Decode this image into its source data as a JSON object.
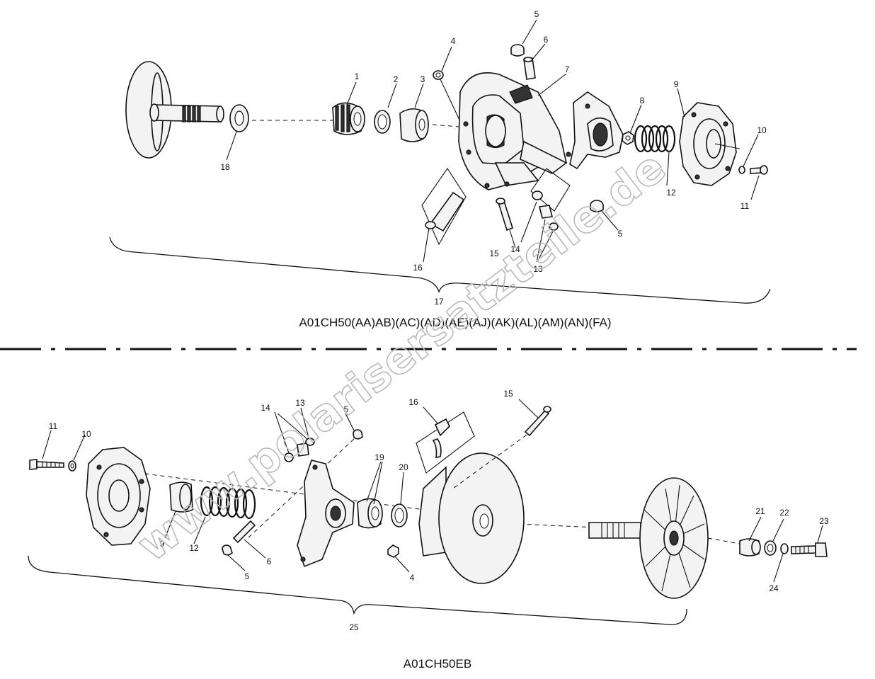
{
  "watermark": "www.polarisersatzteile.de",
  "top_assembly": {
    "model": "A01CH50(AA)AB)(AC)(AD)(AE)(AJ)(AK)(AL)(AM)(AN)(FA)",
    "callouts": {
      "c1": "1",
      "c2": "2",
      "c3": "3",
      "c4": "4",
      "c5a": "5",
      "c5b": "5",
      "c6": "6",
      "c7": "7",
      "c8": "8",
      "c9": "9",
      "c10": "10",
      "c11": "11",
      "c12": "12",
      "c13": "13",
      "c14": "14",
      "c15": "15",
      "c16": "16",
      "c17": "17",
      "c18": "18"
    }
  },
  "bottom_assembly": {
    "model": "A01CH50EB",
    "callouts": {
      "c11": "11",
      "c10": "10",
      "c14": "14",
      "c13": "13",
      "c5a": "5",
      "c16": "16",
      "c15": "15",
      "c19": "19",
      "c20": "20",
      "c9": "9",
      "c12": "12",
      "c6": "6",
      "c5b": "5",
      "c4": "4",
      "c21": "21",
      "c22": "22",
      "c23": "23",
      "c24": "24",
      "c25": "25"
    }
  }
}
